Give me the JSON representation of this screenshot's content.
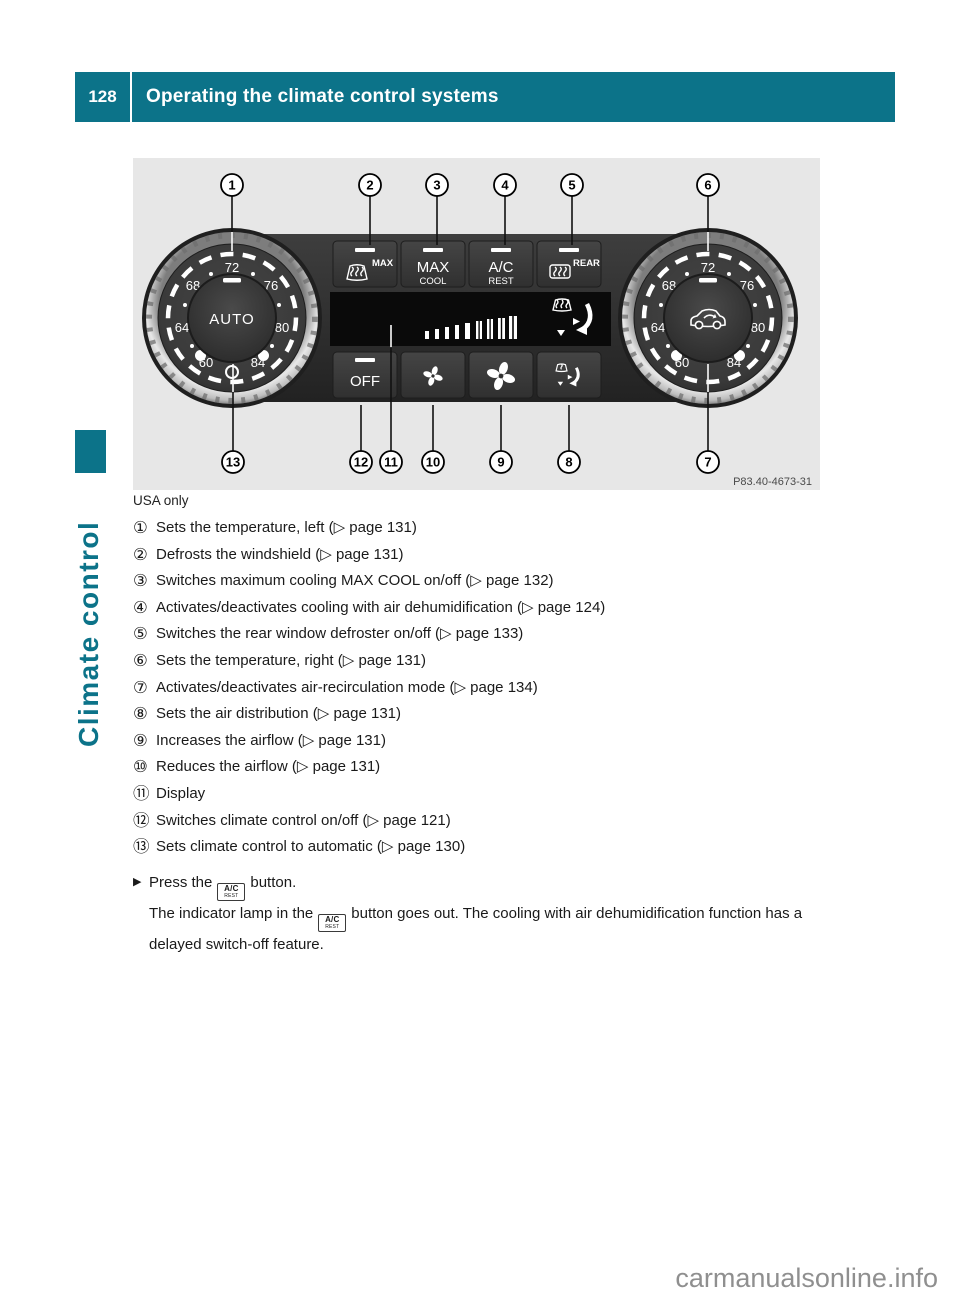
{
  "header": {
    "page_number": "128",
    "title": "Operating the climate control systems"
  },
  "sidebar": {
    "tab_label": "Climate control"
  },
  "figure": {
    "image_code": "P83.40-4673-31",
    "auto_label": "AUTO",
    "temps": [
      "60",
      "64",
      "68",
      "72",
      "76",
      "80",
      "84"
    ],
    "buttons": {
      "defrost_sup": "MAX",
      "max_top": "MAX",
      "max_bottom": "COOL",
      "ac_top": "A/C",
      "ac_bottom": "REST",
      "rear_sup": "REAR",
      "off": "OFF"
    },
    "callouts": [
      "1",
      "2",
      "3",
      "4",
      "5",
      "6",
      "7",
      "8",
      "9",
      "10",
      "11",
      "12",
      "13"
    ]
  },
  "content": {
    "note": "USA only",
    "items": [
      {
        "m": "①",
        "t": "Sets the temperature, left (▷ page 131)"
      },
      {
        "m": "②",
        "t": "Defrosts the windshield (▷ page 131)"
      },
      {
        "m": "③",
        "t": "Switches maximum cooling MAX COOL on/off (▷ page 132)"
      },
      {
        "m": "④",
        "t": "Activates/deactivates cooling with air dehumidification (▷ page 124)"
      },
      {
        "m": "⑤",
        "t": "Switches the rear window defroster on/off (▷ page 133)"
      },
      {
        "m": "⑥",
        "t": "Sets the temperature, right (▷ page 131)"
      },
      {
        "m": "⑦",
        "t": "Activates/deactivates air-recirculation mode (▷ page 134)"
      },
      {
        "m": "⑧",
        "t": "Sets the air distribution (▷ page 131)"
      },
      {
        "m": "⑨",
        "t": "Increases the airflow (▷ page 131)"
      },
      {
        "m": "⑩",
        "t": "Reduces the airflow (▷ page 131)"
      },
      {
        "m": "⑪",
        "t": "Display"
      },
      {
        "m": "⑫",
        "t": "Switches climate control on/off (▷ page 121)"
      },
      {
        "m": "⑬",
        "t": "Sets climate control to automatic (▷ page 130)"
      }
    ],
    "instruction": {
      "marker": "▶",
      "press_prefix": "Press the",
      "chip_top": "A/C",
      "chip_bottom": "REST",
      "press_suffix": "button.",
      "result_prefix": "The indicator lamp in the",
      "result_suffix": "button goes out. The cooling with air dehumidification function has a delayed switch-off feature."
    }
  },
  "watermark": "carmanualsonline.info",
  "colors": {
    "accent_teal": "#0c7389",
    "figure_bg": "#e7e7e7",
    "panel_body": "#2f2f2f",
    "display_black": "#0a0a0a"
  }
}
